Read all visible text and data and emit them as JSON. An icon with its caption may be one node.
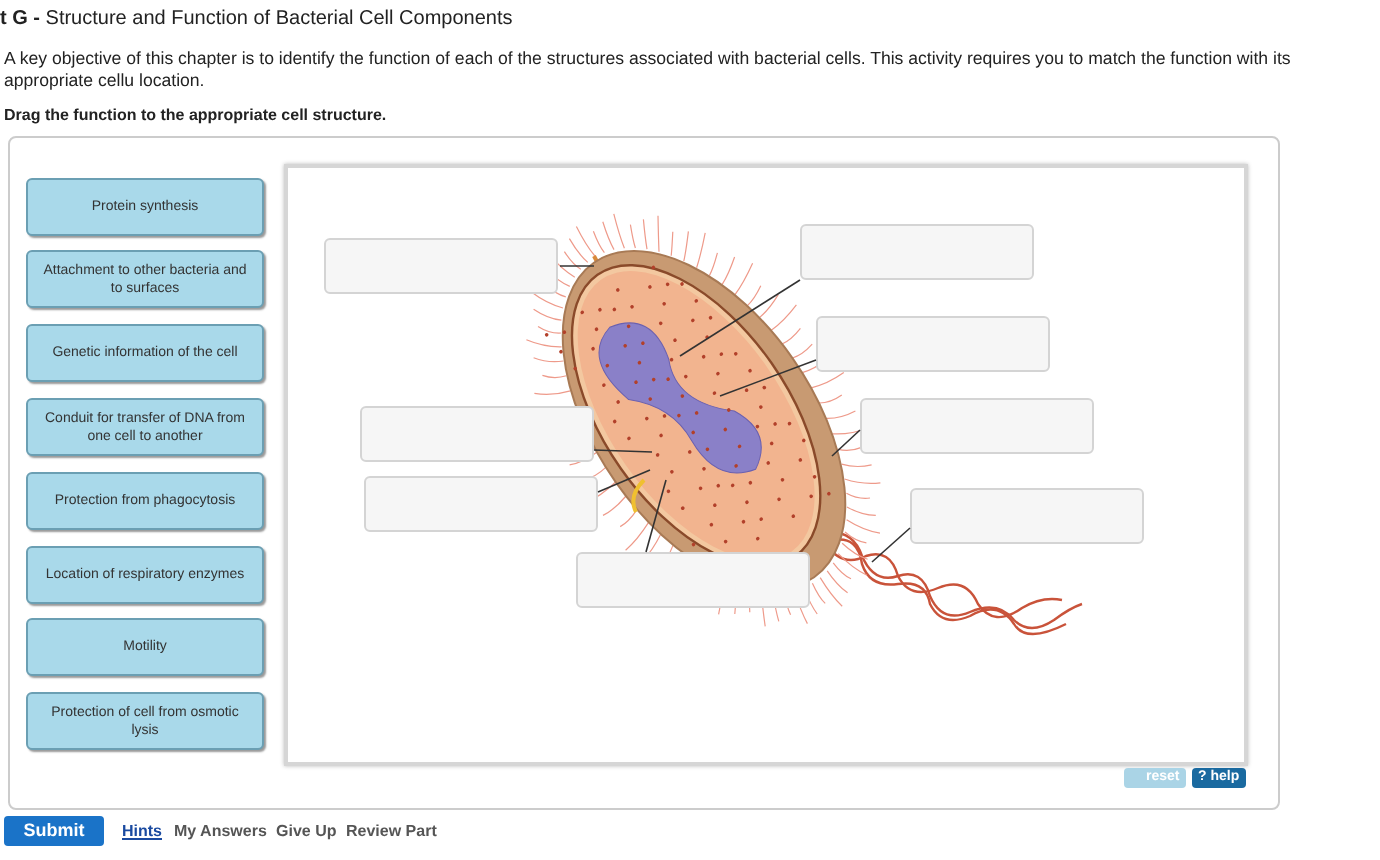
{
  "diagram": {
    "title": "**t G -** Structure and Function of Bacterial Cell Components",
    "nodes": [
      {
        "text": [
          "Protein synthesis"
        ]
      },
      {
        "text": [
          "Attachment to other bacteria and to surfaces"
        ]
      },
      {
        "text": [
          "Genetic information of the cell"
        ]
      },
      {
        "text": [
          "Conduit for transfer of DNA from one cell to another"
        ]
      },
      {
        "text": [
          "Protection from phagocytosis"
        ]
      },
      {
        "text": [
          "Location of respiratory enzymes"
        ]
      },
      {
        "text": [
          "Motility"
        ]
      },
      {
        "text": [
          "Protection of cell from osmotic lysis"
        ]
      },
      {
        "text": [],
        "shape": "box"
      },
      {
        "text": [],
        "shape": "box"
      },
      {
        "text": [],
        "shape": "box"
      },
      {
        "text": [],
        "shape": "box"
      },
      {
        "text": [],
        "shape": "box"
      },
      {
        "text": [],
        "shape": "box"
      },
      {
        "text": [],
        "shape": "box"
      },
      {
        "text": [],
        "shape": "box"
      }
    ],
    "edges": [
      {
        "from": 8,
        "to": null,
        "arrow": "none"
      },
      {
        "from": 9,
        "to": null,
        "arrow": "none"
      },
      {
        "from": 10,
        "to": null,
        "arrow": "none"
      },
      {
        "from": 11,
        "to": null,
        "arrow": "none"
      },
      {
        "from": 12,
        "to": null,
        "arrow": "none"
      },
      {
        "from": 13,
        "to": null,
        "arrow": "none"
      },
      {
        "from": 14,
        "to": null,
        "arrow": "none"
      },
      {
        "from": 15,
        "to": null,
        "arrow": "none"
      }
    ],
    "labels": [
      "A key objective of this chapter is to identify the function of each of the structures associated with bacterial cells. This activity requires you to match the function with its appropriate cellu location.",
      "Drag the function to the appropriate cell structure.",
      "reset",
      "? help",
      "Submit",
      "Hints",
      "My Answers",
      "Give Up",
      "Review Part"
    ]
  }
}
